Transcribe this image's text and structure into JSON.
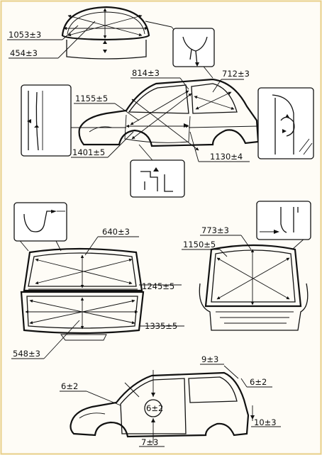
{
  "diagram": {
    "tailgate_top": {
      "dims": [
        "1053±3",
        "454±3"
      ]
    },
    "side_view": {
      "dims": [
        "814±3",
        "712±3",
        "1155±5",
        "1401±5",
        "1130±4"
      ]
    },
    "front_opening": {
      "dims": [
        "640±3",
        "1245±5",
        "1335±5",
        "548±3"
      ]
    },
    "rear_opening": {
      "dims": [
        "773±3",
        "1150±5"
      ]
    },
    "door_gaps": {
      "dims": [
        "9±3",
        "6±2",
        "6±2",
        "6±2",
        "10±3",
        "7±3"
      ]
    }
  },
  "colors": {
    "line": "#111111",
    "background": "#fefcf6",
    "frame": "#e8cf8a"
  }
}
